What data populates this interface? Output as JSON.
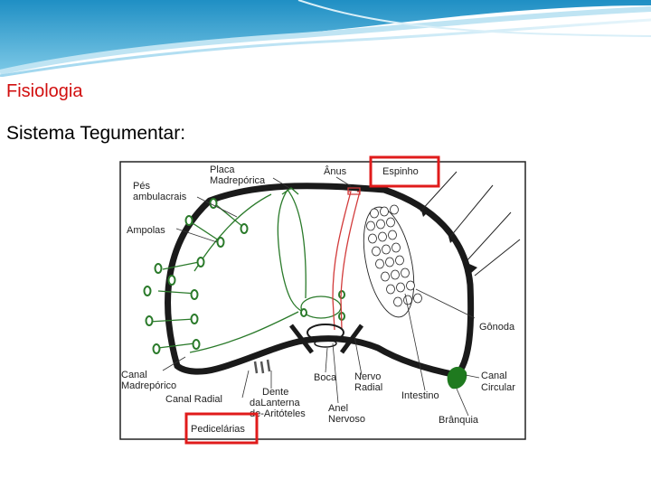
{
  "slide": {
    "title": "Fisiologia",
    "subtitle": "Sistema Tegumentar:"
  },
  "diagram": {
    "labels": {
      "placa_madreporica_1": "Placa",
      "placa_madreporica_2": "Madrepórica",
      "anus": "Ânus",
      "espinho": "Espinho",
      "pes_1": "Pés",
      "pes_2": "ambulacrais",
      "ampolas": "Ampolas",
      "gonoda": "Gônoda",
      "canal_madreporico_1": "Canal",
      "canal_madreporico_2": "Madrepórico",
      "canal_radial": "Canal Radial",
      "boca": "Boca",
      "nervo_radial_1": "Nervo",
      "nervo_radial_2": "Radial",
      "intestino": "Intestino",
      "canal_circular_1": "Canal",
      "canal_circular_2": "Circular",
      "dente_1": "Dente",
      "dente_2": "daLanterna",
      "dente_3": "de-Aritóteles",
      "anel_nervoso_1": "Anel",
      "anel_nervoso_2": "Nervoso",
      "branquia": "Brânquia",
      "pedicelarias": "Pedicelárias"
    },
    "highlight_color": "#e01b1b",
    "body_color": "#1a1a1a",
    "water_system_color": "#2a7a2a"
  }
}
